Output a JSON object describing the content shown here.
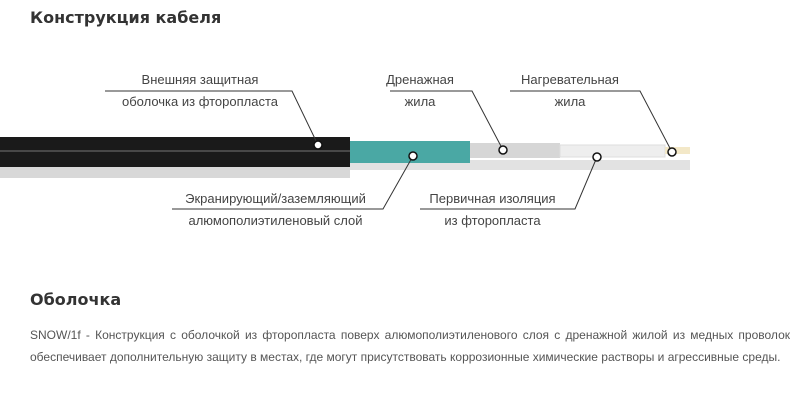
{
  "heading_construction": "Конструкция кабеля",
  "labels": {
    "outer": [
      "Внешняя защитная",
      "оболочка из фторопласта"
    ],
    "drain": [
      "Дренажная",
      "жила"
    ],
    "heating": [
      "Нагревательная",
      "жила"
    ],
    "screen": [
      "Экранирующий/заземляющий",
      "алюмополиэтиленовый слой"
    ],
    "primary": [
      "Первичная изоляция",
      "из фторопласта"
    ]
  },
  "heading_sheath": "Оболочка",
  "description": "SNOW/1f - Конструкция  с оболочкой из фторопласта поверх алюмополиэтиленового слоя с дренажной жилой из медных проволок обеспечивает дополнительную защиту в местах, где могут присутствовать коррозионные химические растворы и агрессивные среды.",
  "colors": {
    "outer": "#1a1a1a",
    "screen": "#4aa8a4",
    "drain": "#d8d8d8",
    "insulation": "#eeeeee"
  }
}
